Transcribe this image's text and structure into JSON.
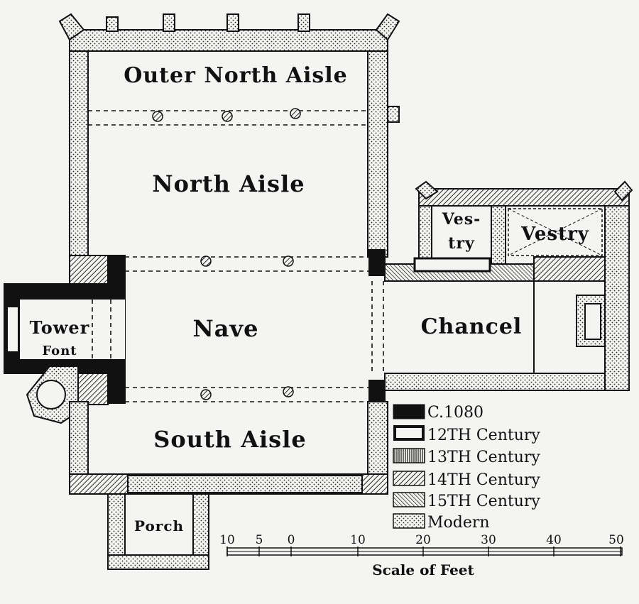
{
  "rooms": {
    "outer_north_aisle": "Outer North Aisle",
    "north_aisle": "North Aisle",
    "nave": "Nave",
    "south_aisle": "South Aisle",
    "tower": "Tower",
    "font": "Font",
    "porch": "Porch",
    "chancel": "Chancel",
    "vestry_small_line1": "Ves-",
    "vestry_small_line2": "try",
    "vestry_large": "Vestry"
  },
  "legend": {
    "items": [
      {
        "label": "C.1080",
        "pattern": "solid-black"
      },
      {
        "label": "12TH Century",
        "pattern": "outline"
      },
      {
        "label": "13TH Century",
        "pattern": "vertical-hatch"
      },
      {
        "label": "14TH Century",
        "pattern": "diagonal-hatch"
      },
      {
        "label": "15TH Century",
        "pattern": "cross-diagonal-hatch"
      },
      {
        "label": "Modern",
        "pattern": "stipple"
      }
    ]
  },
  "scale": {
    "title": "Scale of Feet",
    "ticks": [
      "10",
      "5",
      "0",
      "10",
      "20",
      "30",
      "40",
      "50"
    ]
  }
}
